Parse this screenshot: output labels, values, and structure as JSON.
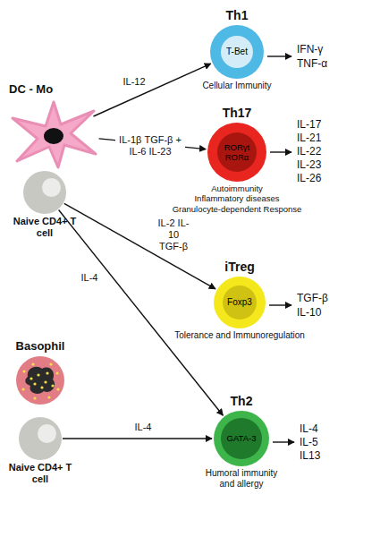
{
  "diagram": {
    "nodes": [
      {
        "text": [
          "DC - Mo"
        ]
      },
      {
        "text": [
          "Naive CD4+ T cell"
        ]
      },
      {
        "text": [
          "Th1",
          "T-Bet",
          "Cellular Immunity"
        ]
      },
      {
        "text": [
          "Th17",
          "RORγt",
          "RORα",
          "Autoimmunity",
          "Inflammatory diseases",
          "Granulocyte-dependent Response"
        ]
      },
      {
        "text": [
          "iTreg",
          "Foxp3",
          "Tolerance and Immunoregulation"
        ]
      },
      {
        "text": [
          "Basophil"
        ]
      },
      {
        "text": [
          "Naive CD4+ T cell"
        ]
      },
      {
        "text": [
          "Th2",
          "GATA-3",
          "Humoral immunity and allergy"
        ]
      }
    ],
    "edges": [
      {
        "from": 0,
        "to": 2,
        "arrow": "to",
        "label": "IL-12"
      },
      {
        "from": 0,
        "to": 3,
        "arrow": "to",
        "label": "IL-1β TGF-β + IL-6 IL-23"
      },
      {
        "from": 1,
        "to": 4,
        "arrow": "to",
        "label": "IL-2 IL-10 TGF-β"
      },
      {
        "from": 1,
        "to": 7,
        "arrow": "to",
        "label": "IL-4"
      },
      {
        "from": 6,
        "to": 7,
        "arrow": "to",
        "label": "IL-4"
      }
    ],
    "labels": [
      "IFN-γ",
      "TNF-α",
      "IL-17",
      "IL-21",
      "IL-22",
      "IL-23",
      "IL-26",
      "TGF-β",
      "IL-10",
      "IL-4",
      "IL-5",
      "IL13"
    ]
  }
}
